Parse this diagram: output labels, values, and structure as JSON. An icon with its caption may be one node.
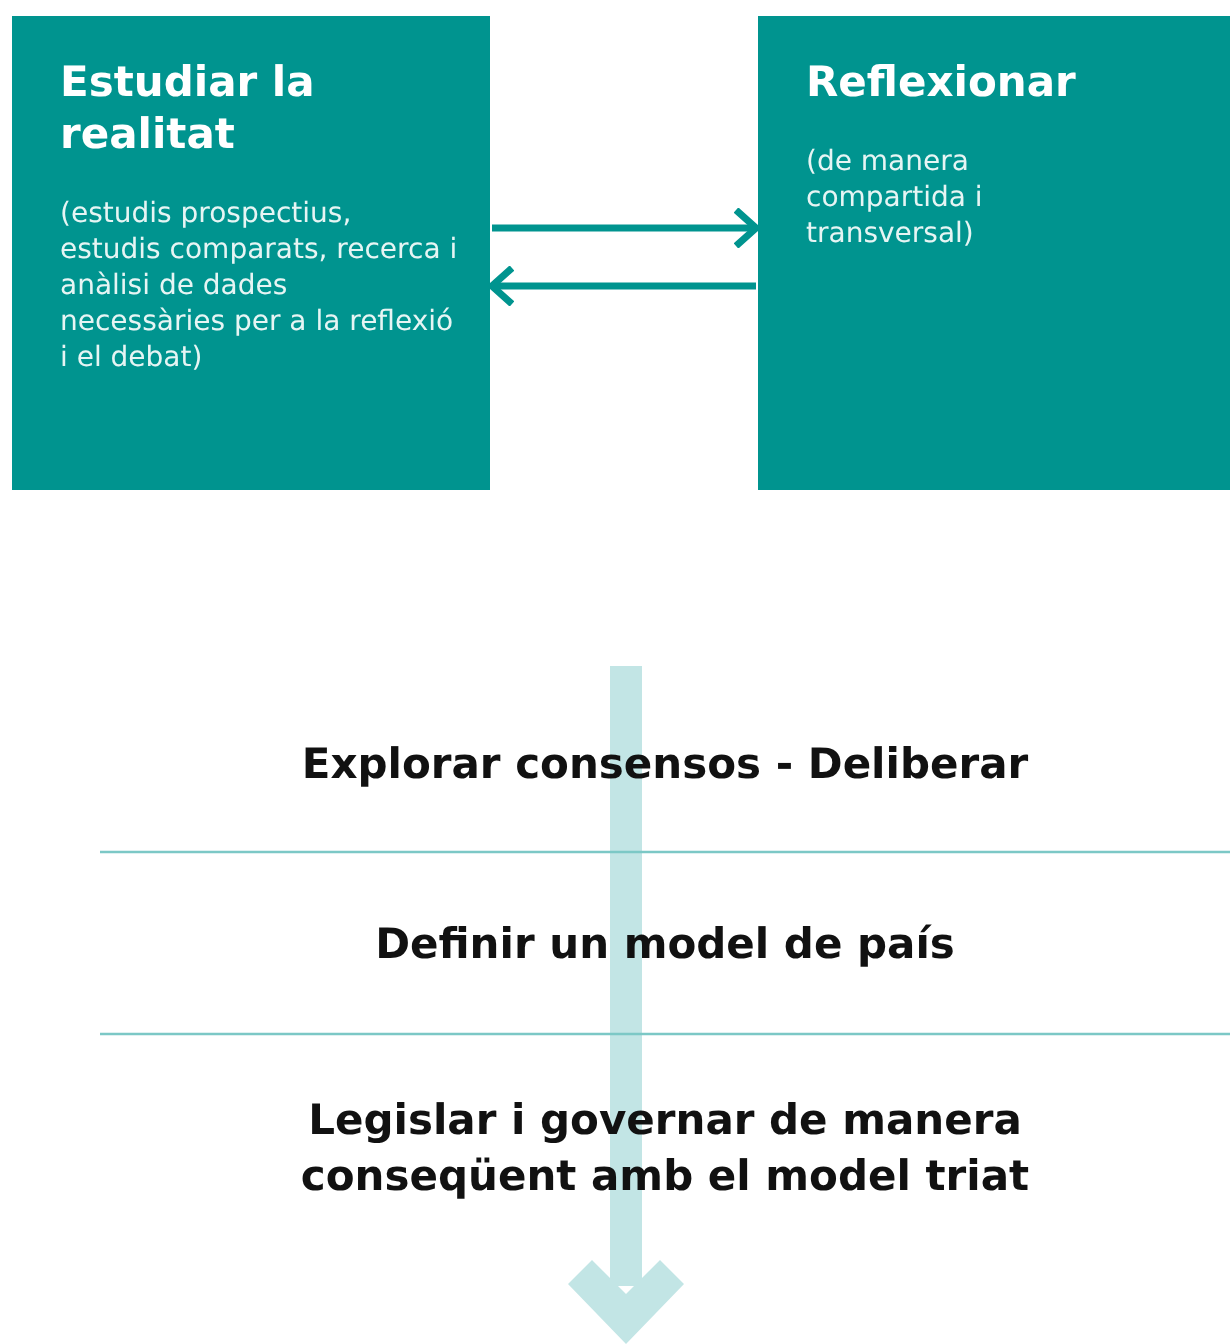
{
  "diagram": {
    "nodes": [
      {
        "text": [
          "Estudiar la realitat",
          "(estudis prospectius, estudis comparats, recerca i anàlisi de dades necessàries per a la reflexió i el debat)"
        ]
      },
      {
        "text": [
          "Reflexionar",
          "(de manera compartida i transversal)"
        ]
      }
    ],
    "edges": [
      {
        "from": 0,
        "to": 1,
        "arrow": "to"
      },
      {
        "from": 1,
        "to": 0,
        "arrow": "to"
      }
    ],
    "labels": [
      "Explorar consensos - Deliberar",
      "Definir un model de país",
      "Legislar i governar de manera conseqüent amb el model triat"
    ]
  }
}
